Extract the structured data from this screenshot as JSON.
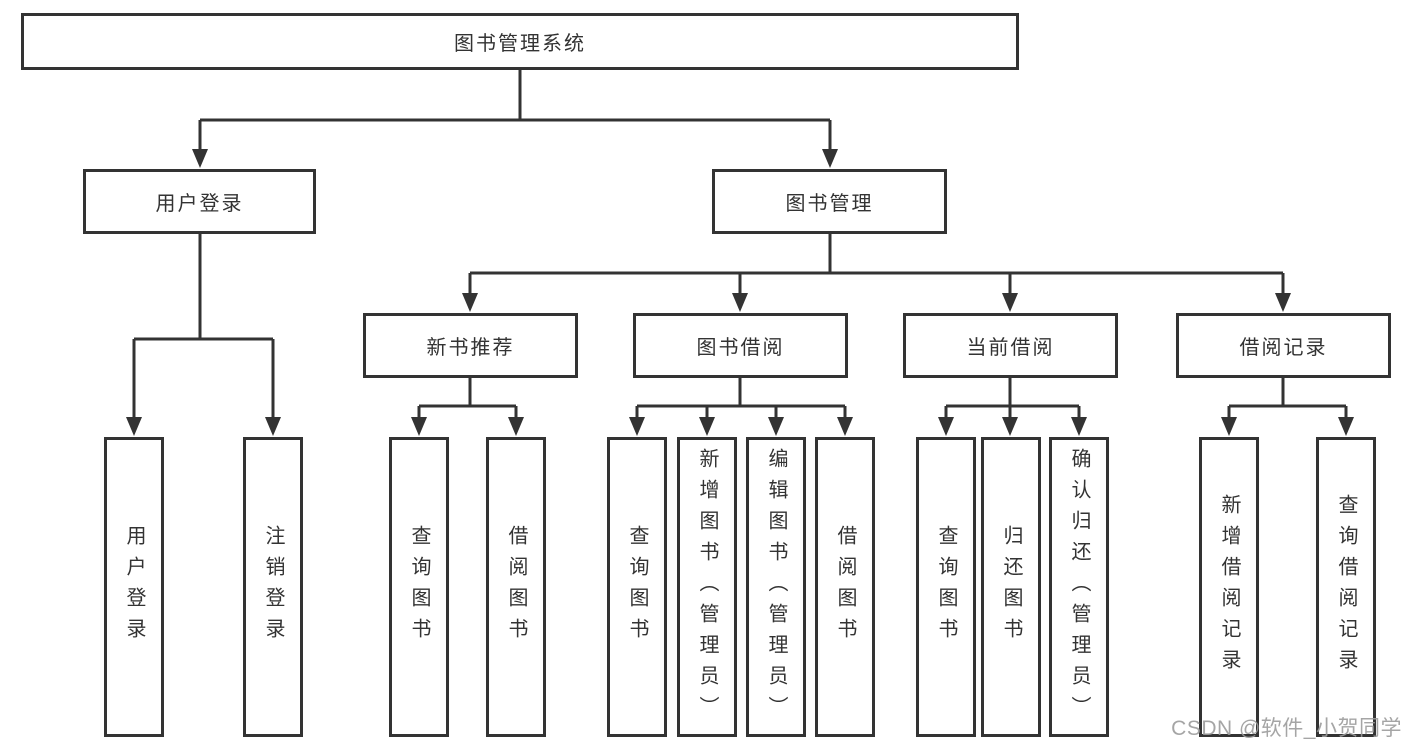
{
  "nodes": {
    "root": "图书管理系统",
    "login": "用户登录",
    "manage": "图书管理",
    "new_books": "新书推荐",
    "book_borrow": "图书借阅",
    "current_borrow": "当前借阅",
    "borrow_records": "借阅记录",
    "leaf_user_login": "用户登录",
    "leaf_logout": "注销登录",
    "leaf_nb_query": "查询图书",
    "leaf_nb_borrow": "借阅图书",
    "leaf_bb_query": "查询图书",
    "leaf_bb_add": "新增图书（管理员）",
    "leaf_bb_edit": "编辑图书（管理员）",
    "leaf_bb_borrow": "借阅图书",
    "leaf_cb_query": "查询图书",
    "leaf_cb_return": "归还图书",
    "leaf_cb_confirm": "确认归还（管理员）",
    "leaf_br_add": "新增借阅记录",
    "leaf_br_query": "查询借阅记录"
  },
  "watermark": "CSDN @软件_小贺同学",
  "colors": {
    "line": "#333333",
    "text": "#333333",
    "box_background": "#ffffff",
    "watermark": "#9c9c9c"
  }
}
